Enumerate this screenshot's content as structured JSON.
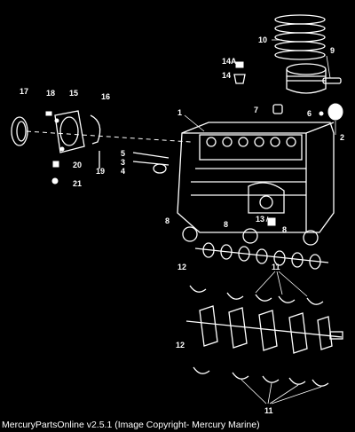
{
  "diagram": {
    "callouts": {
      "c1": "1",
      "c2": "2",
      "c3": "3",
      "c4": "4",
      "c5": "5",
      "c6": "6",
      "c7": "7",
      "c8a": "8",
      "c8b": "8",
      "c8c": "8",
      "c9": "9",
      "c10": "10",
      "c11a": "11",
      "c11b": "11",
      "c12a": "12",
      "c12b": "12",
      "c13": "13",
      "c14": "14",
      "c14a": "14A",
      "c15": "15",
      "c16": "16",
      "c17": "17",
      "c18": "18",
      "c19": "19",
      "c20": "20",
      "c21": "21"
    }
  },
  "footer": {
    "text": "MercuryPartsOnline v2.5.1 (Image Copyright- Mercury Marine)"
  }
}
